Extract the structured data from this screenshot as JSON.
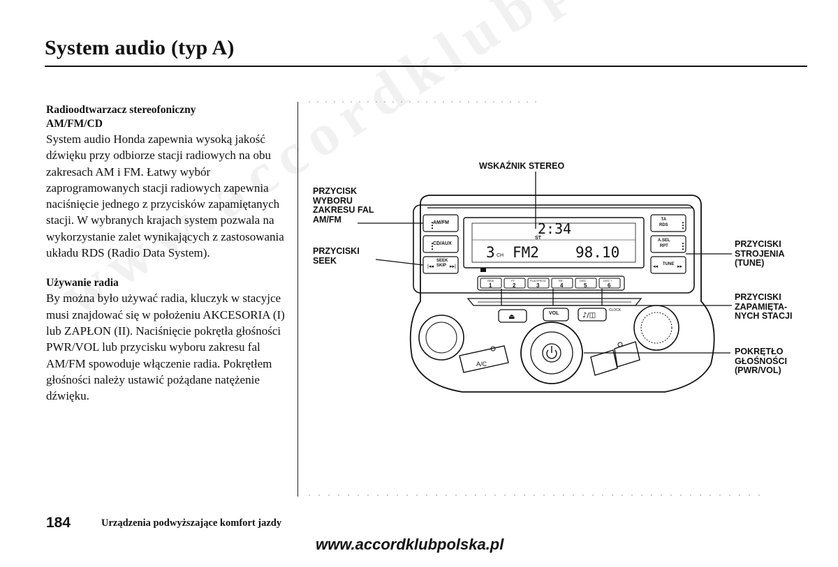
{
  "page": {
    "title": "System audio (typ A)",
    "sections": [
      {
        "heading": "Radioodtwarzacz stereofoniczny\nAM/FM/CD",
        "body": "System audio Honda zapewnia wysoką jakość dźwięku przy odbiorze stacji radiowych na obu zakresach AM i FM. Łatwy wybór zaprogramowanych stacji radiowych zapewnia naciśnięcie jednego z przycisków zapamiętanych stacji. W wybranych krajach system pozwala na wykorzystanie zalet wynikających z zastosowania układu RDS (Radio Data System)."
      },
      {
        "heading": "Używanie radia",
        "body": "By można było używać radia, kluczyk w stacyjce musi znajdować się w położeniu AKCESORIA (I) lub ZAPŁON (II). Naciśnięcie pokrętła głośności PWR/VOL lub przycisku wyboru zakresu fal AM/FM spowoduje włączenie radia. Pokrętłem głośności należy ustawić pożądane natężenie dźwięku."
      }
    ],
    "footer": {
      "page_number": "184",
      "section": "Urządzenia podwyższające komfort jazdy"
    },
    "url": "www.accordklubpolska.pl",
    "watermark": "www.accordklubpolska.pl"
  },
  "figure": {
    "labels": {
      "stereo": "WSKAŹNIK STEREO",
      "band": "PRZYCISK\nWYBORU\nZAKRESU FAL\nAM/FM",
      "seek": "PRZYCISKI\nSEEK",
      "tune": "PRZYCISKI\nSTROJENIA\n(TUNE)",
      "presets": "PRZYCISKI\nZAPAMIĘTA-\nNYCH STACJI",
      "volume": "POKRĘTŁO\nGŁOŚNOŚCI\n(PWR/VOL)"
    },
    "display": {
      "clock": "2:34",
      "st": "ST",
      "channel": "3",
      "ch": "CH",
      "band": "FM2",
      "freq": "98.10"
    },
    "buttons": {
      "am_fm": "AM/FM",
      "cd_aux": "CD/AUX",
      "seek": "SEEK\nSKIP",
      "ta_rds": "TA\nRDS",
      "asel_rpt": "A.SEL\nRPT",
      "tune": "TUNE",
      "presets": [
        "1",
        "2",
        "3",
        "4",
        "5",
        "6"
      ],
      "preset_sub": [
        "REW",
        "FF",
        "PLAY/PROG",
        "RR",
        "DISC -",
        "DISC +"
      ],
      "vol": "VOL",
      "clock": "CLOCK",
      "ac": "A/C"
    },
    "colors": {
      "ink": "#111111",
      "url": "#1a1a1a"
    }
  }
}
